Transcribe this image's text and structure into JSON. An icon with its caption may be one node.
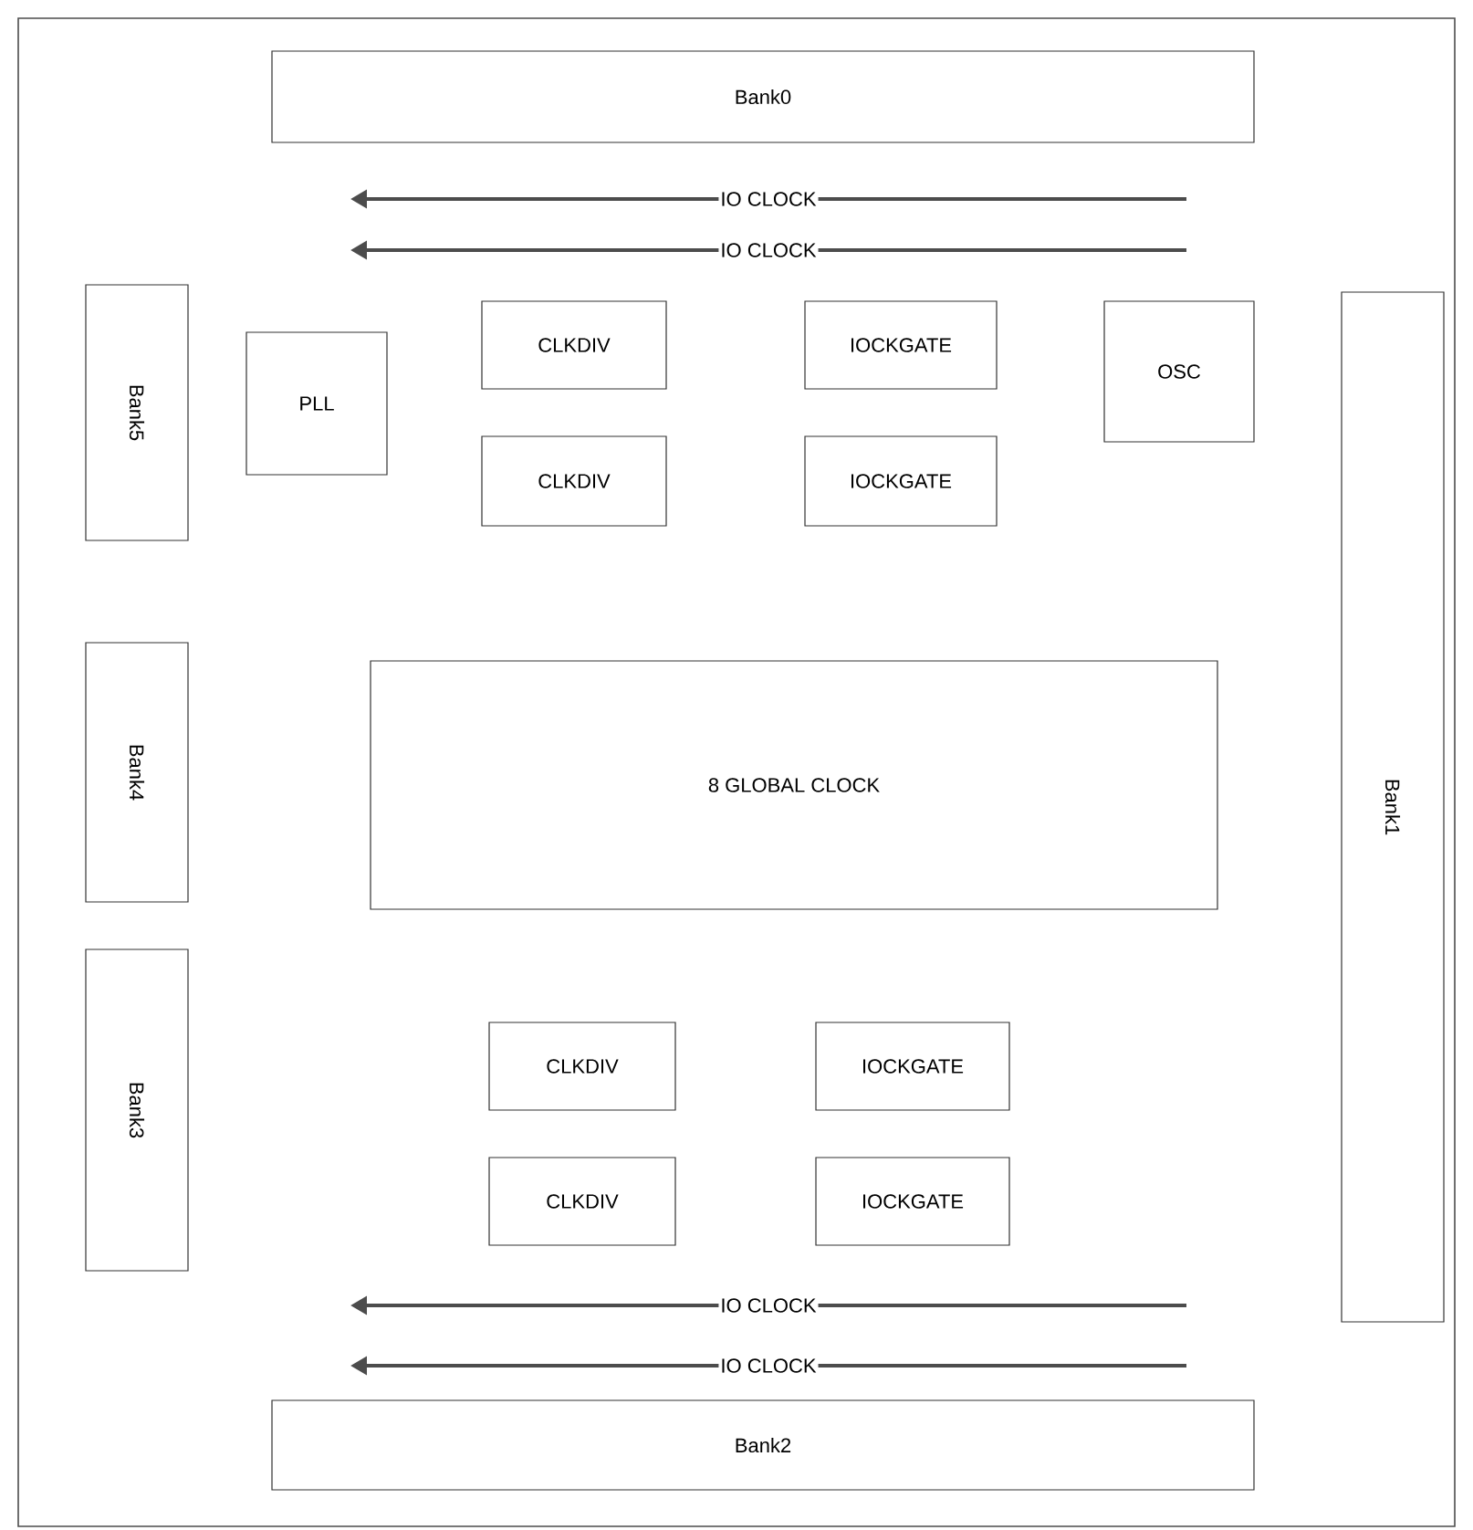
{
  "diagram": {
    "nodes": [
      {
        "text": [
          "Bank0"
        ]
      },
      {
        "text": [
          "Bank5"
        ]
      },
      {
        "text": [
          "PLL"
        ]
      },
      {
        "text": [
          "CLKDIV"
        ]
      },
      {
        "text": [
          "IOCKGATE"
        ]
      },
      {
        "text": [
          "OSC"
        ]
      },
      {
        "text": [
          "CLKDIV"
        ]
      },
      {
        "text": [
          "IOCKGATE"
        ]
      },
      {
        "text": [
          "Bank1"
        ]
      },
      {
        "text": [
          "Bank4"
        ]
      },
      {
        "text": [
          "8 GLOBAL CLOCK"
        ]
      },
      {
        "text": [
          "Bank3"
        ]
      },
      {
        "text": [
          "CLKDIV"
        ]
      },
      {
        "text": [
          "IOCKGATE"
        ]
      },
      {
        "text": [
          "CLKDIV"
        ]
      },
      {
        "text": [
          "IOCKGATE"
        ]
      },
      {
        "text": [
          "Bank2"
        ]
      }
    ],
    "edges": [],
    "labels": [
      "IO CLOCK",
      "IO CLOCK",
      "IO CLOCK",
      "IO CLOCK"
    ]
  }
}
